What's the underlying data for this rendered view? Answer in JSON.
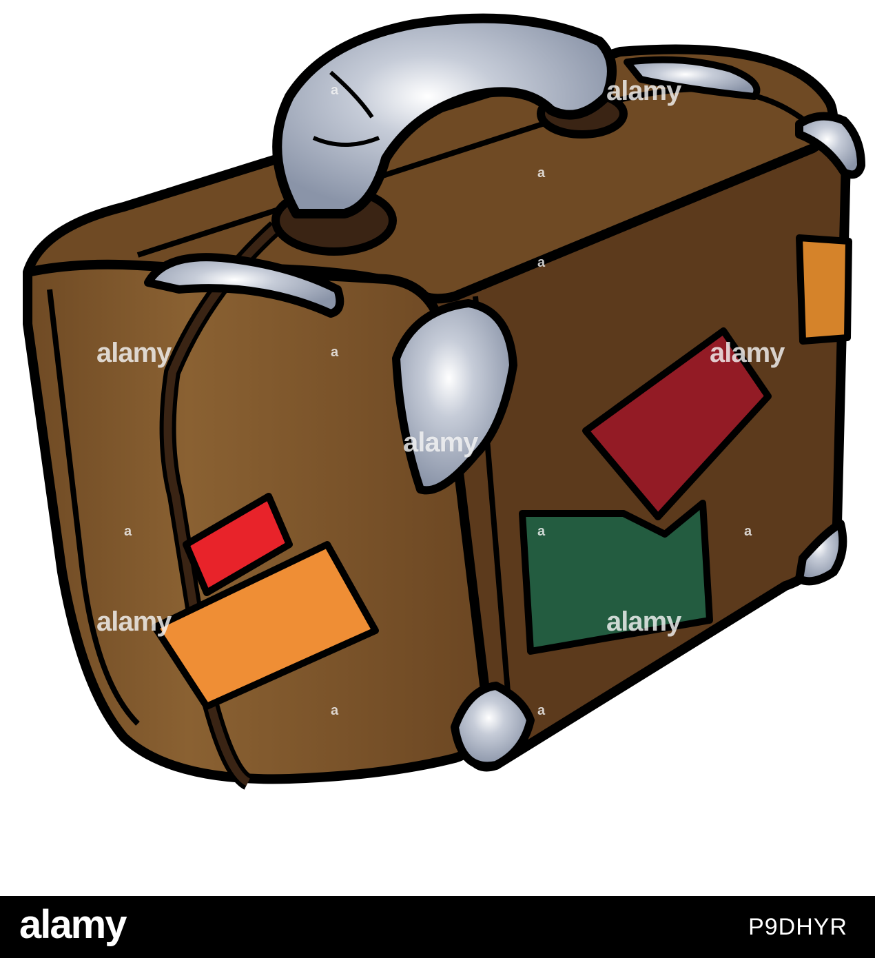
{
  "illustration": {
    "subject": "suitcase-with-travel-stickers",
    "colors": {
      "leather_light": "#8a6132",
      "leather_mid": "#6f4a24",
      "leather_dark": "#5c3a1c",
      "outline": "#000000",
      "metal": "#8a94a8",
      "metal_highlight": "#ffffff",
      "sticker_red": "#e8232a",
      "sticker_orange": "#ef8e35",
      "sticker_dark_red": "#931b25",
      "sticker_green": "#235c40",
      "sticker_yellow_orange": "#d5832a"
    }
  },
  "watermark": {
    "word": "alamy",
    "mark": "a"
  },
  "footer": {
    "logo": "alamy",
    "image_id": "P9DHYR"
  }
}
